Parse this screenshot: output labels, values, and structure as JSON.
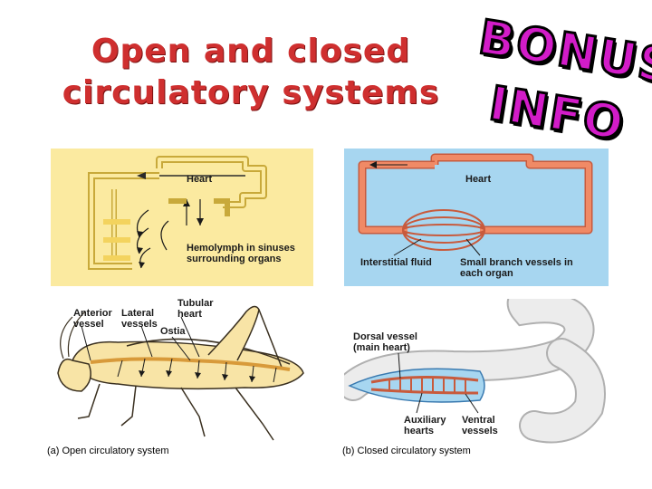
{
  "title": "Open and closed circulatory systems",
  "bonus": {
    "line1": "BONUS",
    "line2": "INFO"
  },
  "open_schematic": {
    "heart_label": "Heart",
    "hemolymph_label": "Hemolymph in sinuses surrounding organs"
  },
  "closed_schematic": {
    "heart_label": "Heart",
    "interstitial_label": "Interstitial fluid",
    "branch_label": "Small branch vessels in each organ"
  },
  "grasshopper": {
    "anterior": "Anterior vessel",
    "lateral": "Lateral vessels",
    "tubular": "Tubular heart",
    "ostia": "Ostia"
  },
  "earthworm": {
    "dorsal": "Dorsal vessel (main heart)",
    "auxiliary": "Auxiliary hearts",
    "ventral": "Ventral vessels"
  },
  "captions": {
    "open": "(a) Open circulatory system",
    "closed": "(b) Closed circulatory system"
  },
  "colors": {
    "title": "#cf2f2f",
    "bonus": "#d21cc8",
    "open_bg": "#fbeaa0",
    "closed_bg": "#a7d6f0",
    "vessel": "#f08a66"
  }
}
